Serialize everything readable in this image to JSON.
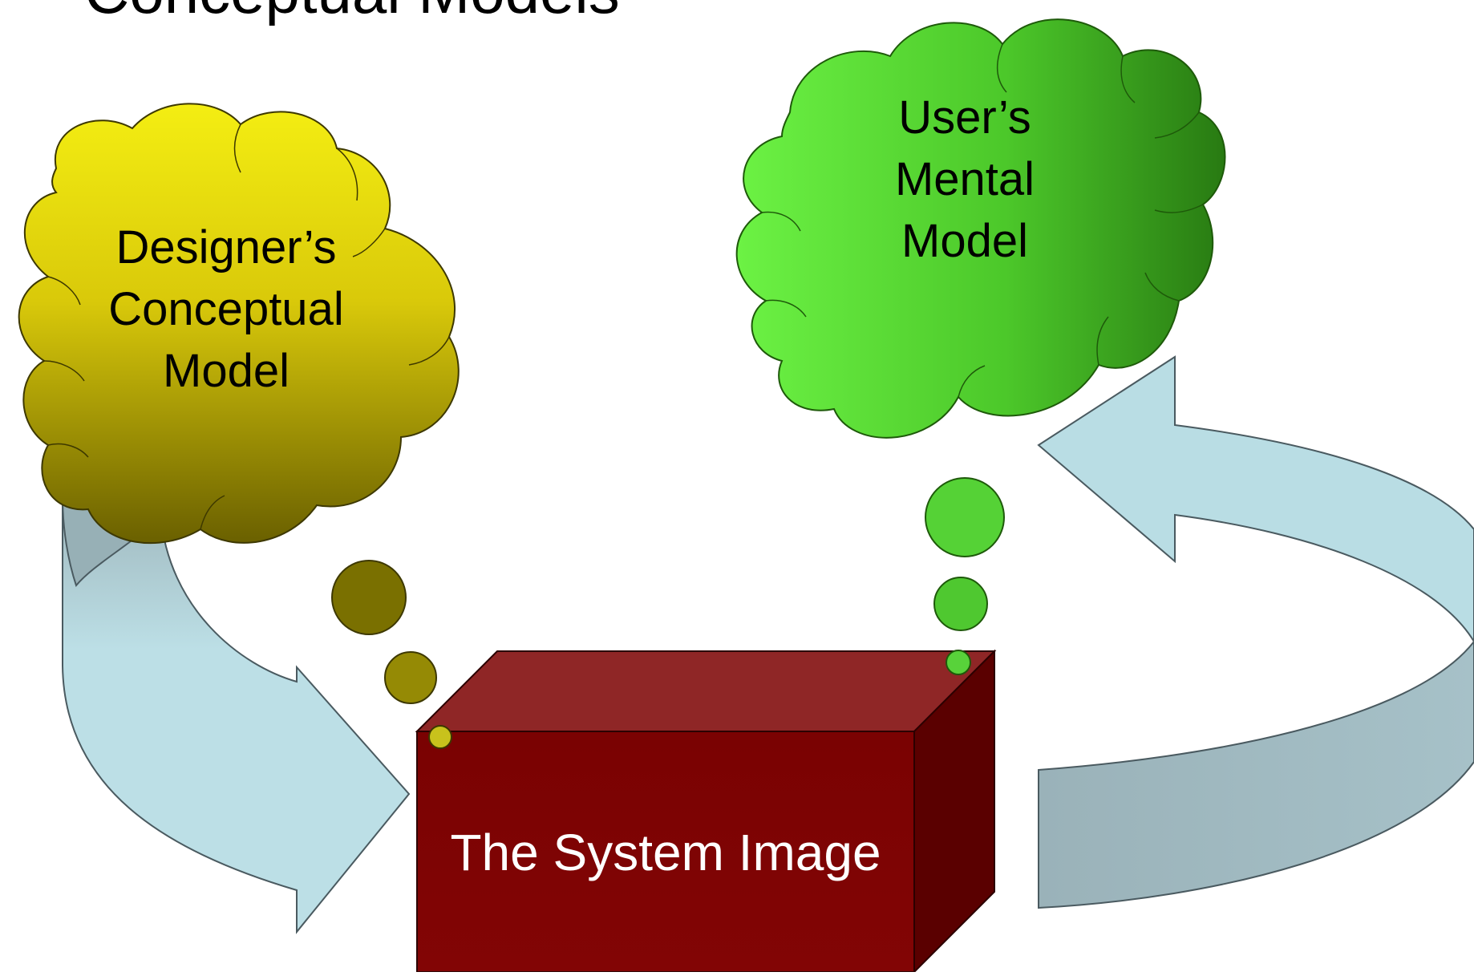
{
  "slide": {
    "title": "Conceptual Models"
  },
  "designer_cloud": {
    "lines": [
      "Designer’s",
      "Conceptual",
      "Model"
    ],
    "colors": {
      "top": "#f2ec10",
      "bottom": "#6b6200",
      "stroke": "#3d3800"
    }
  },
  "user_cloud": {
    "lines": [
      "User’s",
      "Mental",
      "Model"
    ],
    "colors": {
      "light": "#66f040",
      "dark": "#2a8a10",
      "stroke": "#1e5a0a"
    }
  },
  "system_box": {
    "label": "The System Image",
    "colors": {
      "front": "#7e0303",
      "top": "#8f2626",
      "side": "#5a0000",
      "stroke": "#2b0000"
    }
  },
  "arrows": {
    "colors": {
      "light": "#b9dde4",
      "dark": "#93acb3",
      "stroke": "#4a5a60"
    }
  }
}
